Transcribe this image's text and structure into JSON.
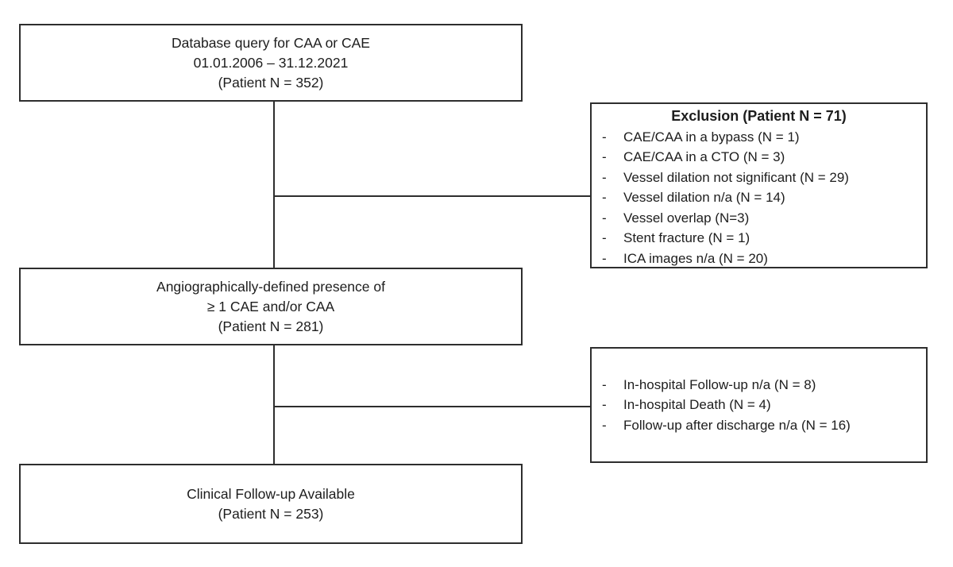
{
  "diagram": {
    "bullet": "-",
    "colors": {
      "border": "#2e2e2e",
      "text": "#1d1d1d",
      "background": "#ffffff"
    },
    "boxes": {
      "database_query": {
        "lines": [
          "Database query for CAA or CAE",
          "01.01.2006 – 31.12.2021",
          "(Patient N = 352)"
        ]
      },
      "exclusion": {
        "title": "Exclusion (Patient N = 71)",
        "items": [
          "CAE/CAA in a bypass (N = 1)",
          "CAE/CAA in a CTO (N = 3)",
          "Vessel dilation not significant (N = 29)",
          "Vessel dilation n/a (N = 14)",
          "Vessel overlap (N=3)",
          "Stent fracture (N = 1)",
          "ICA images n/a (N = 20)"
        ]
      },
      "angiographic_presence": {
        "lines": [
          "Angiographically-defined presence of",
          "≥ 1 CAE and/or CAA",
          "(Patient N = 281)"
        ]
      },
      "followup_loss": {
        "items": [
          "In-hospital Follow-up n/a (N = 8)",
          "In-hospital Death (N = 4)",
          "Follow-up after discharge n/a (N = 16)"
        ]
      },
      "clinical_followup": {
        "lines": [
          "Clinical Follow-up Available",
          "(Patient N = 253)"
        ]
      }
    }
  }
}
